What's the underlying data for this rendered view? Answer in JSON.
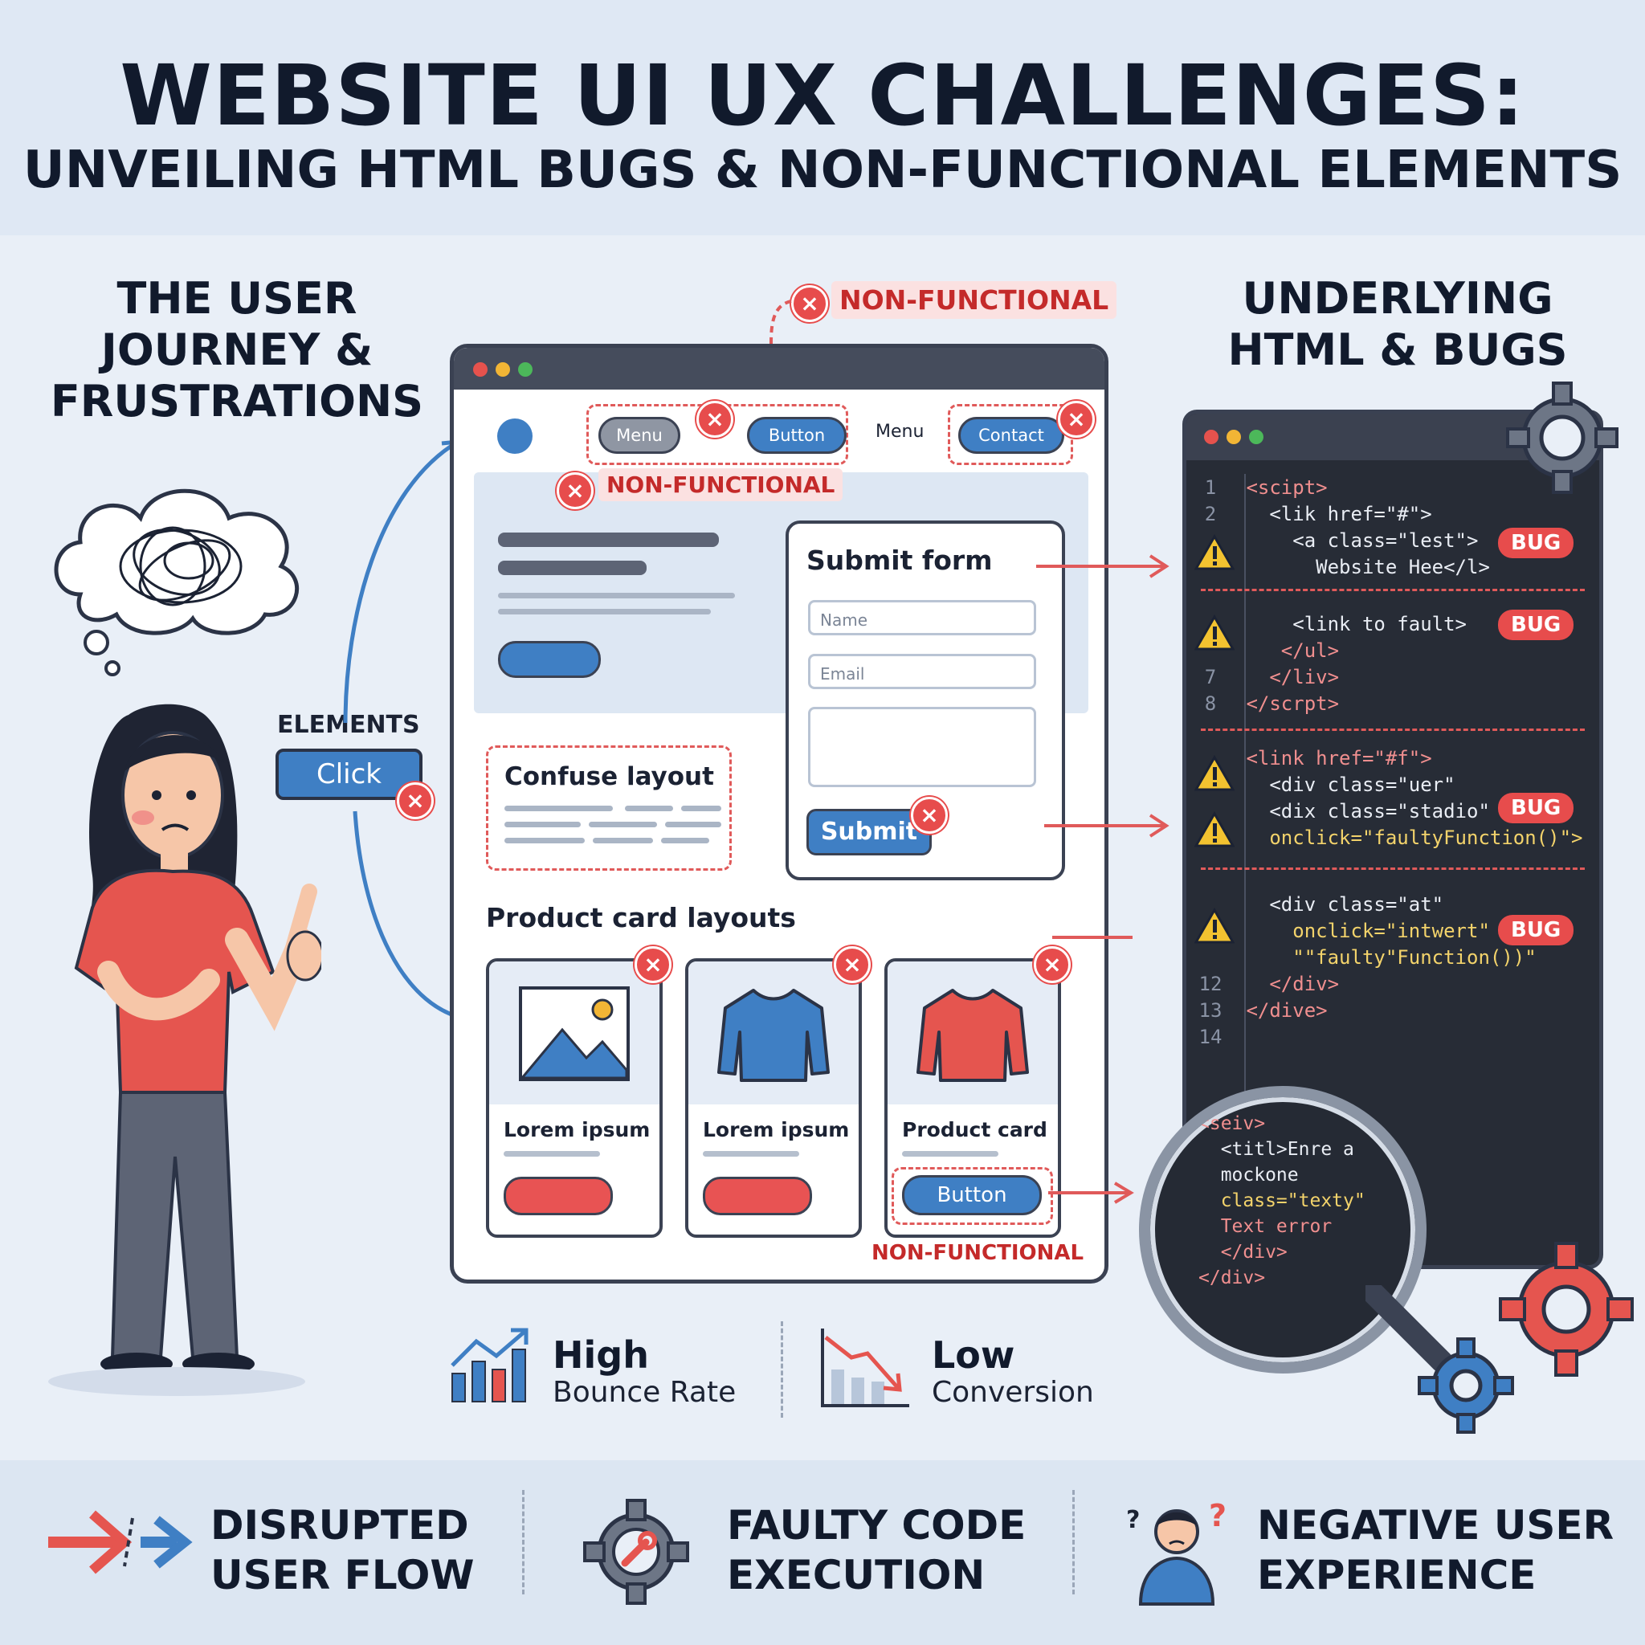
{
  "header": {
    "title": "WEBSITE UI UX CHALLENGES:",
    "subtitle": "UNVEILING HTML BUGS & NON-FUNCTIONAL ELEMENTS"
  },
  "left": {
    "heading_lines": [
      "THE USER",
      "JOURNEY &",
      "FRUSTRATIONS"
    ],
    "elements_label": "ELEMENTS",
    "click_label": "Click"
  },
  "right": {
    "heading_lines": [
      "UNDERLYING",
      "HTML & BUGS"
    ]
  },
  "browser": {
    "nf_top": "NON-FUNCTIONAL",
    "nf_nav": "NON-FUNCTIONAL",
    "nf_bottom": "NON-FUNCTIONAL",
    "nav": {
      "menu_btn": "Menu",
      "button_btn": "Button",
      "menu_text": "Menu",
      "contact_btn": "Contact"
    },
    "form": {
      "title": "Submit form",
      "name_placeholder": "Name",
      "email_placeholder": "Email",
      "submit": "Submit"
    },
    "confuse_label": "Confuse layout",
    "products_title": "Product card layouts",
    "cards": [
      {
        "label": "Lorem ipsum"
      },
      {
        "label": "Lorem ipsum"
      },
      {
        "label": "Product card",
        "button": "Button"
      }
    ]
  },
  "code": {
    "bug_label": "BUG",
    "lines": [
      {
        "n": "1",
        "t": "<scipt>"
      },
      {
        "n": "2",
        "t": "  <lik href=\"#\">"
      },
      {
        "n": "",
        "t": "    <a class=\"lest\">"
      },
      {
        "n": "",
        "t": "      Website Hee</l>"
      },
      {
        "n": "",
        "t": "    <link to fault>"
      },
      {
        "n": "",
        "t": "   </ul>"
      },
      {
        "n": "7",
        "t": "  </liv>"
      },
      {
        "n": "8",
        "t": "</scrpt>"
      },
      {
        "n": "",
        "t": "<link href=\"#f\">"
      },
      {
        "n": "",
        "t": "  <div class=\"uer\""
      },
      {
        "n": "",
        "t": "  <dix class=\"stadio\""
      },
      {
        "n": "",
        "t": "  onclick=\"faultyFunction()\">"
      },
      {
        "n": "",
        "t": "  <div class=\"at\""
      },
      {
        "n": "",
        "t": "    onclick=\"intwert\""
      },
      {
        "n": "",
        "t": "    \"\"faulty\"Function())\""
      },
      {
        "n": "12",
        "t": "  </div>"
      },
      {
        "n": "13",
        "t": "</dive>"
      },
      {
        "n": "14",
        "t": ""
      }
    ],
    "mag_lines": [
      "<seiv>",
      "  <titl>Enre a",
      "  mockone",
      "  class=\"texty\"",
      "  Text error",
      "  </div>",
      "</div>"
    ]
  },
  "metrics": {
    "bounce": {
      "title": "High",
      "sub": "Bounce Rate"
    },
    "conversion": {
      "title": "Low",
      "sub": "Conversion"
    }
  },
  "footer": {
    "item1": [
      "DISRUPTED",
      "USER FLOW"
    ],
    "item2": [
      "FAULTY CODE",
      "EXECUTION"
    ],
    "item3": [
      "NEGATIVE USER",
      "EXPERIENCE"
    ]
  },
  "colors": {
    "accent_blue": "#3f7fc4",
    "bug_red": "#e74c4c",
    "dark": "#272c36"
  }
}
